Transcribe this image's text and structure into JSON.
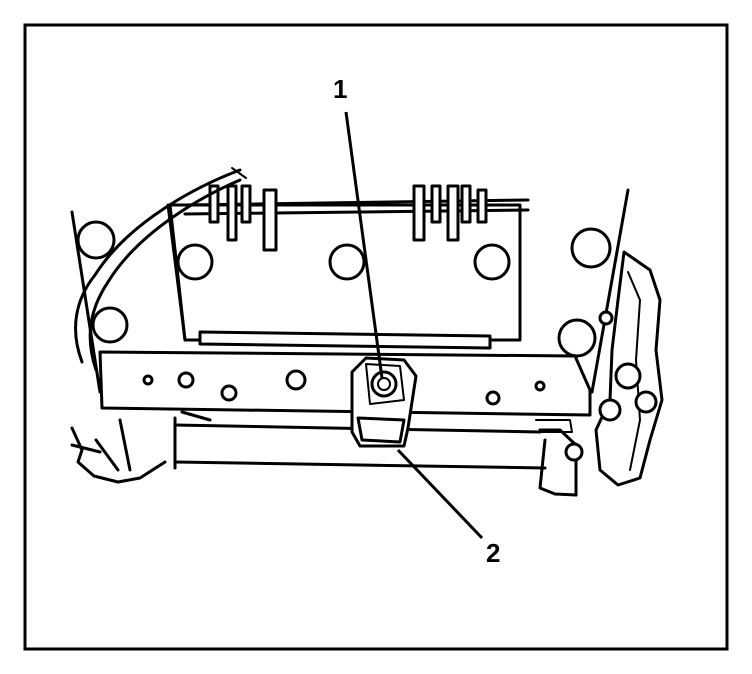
{
  "figure": {
    "callouts": [
      {
        "id": "callout-1",
        "label": "1"
      },
      {
        "id": "callout-2",
        "label": "2"
      }
    ]
  }
}
